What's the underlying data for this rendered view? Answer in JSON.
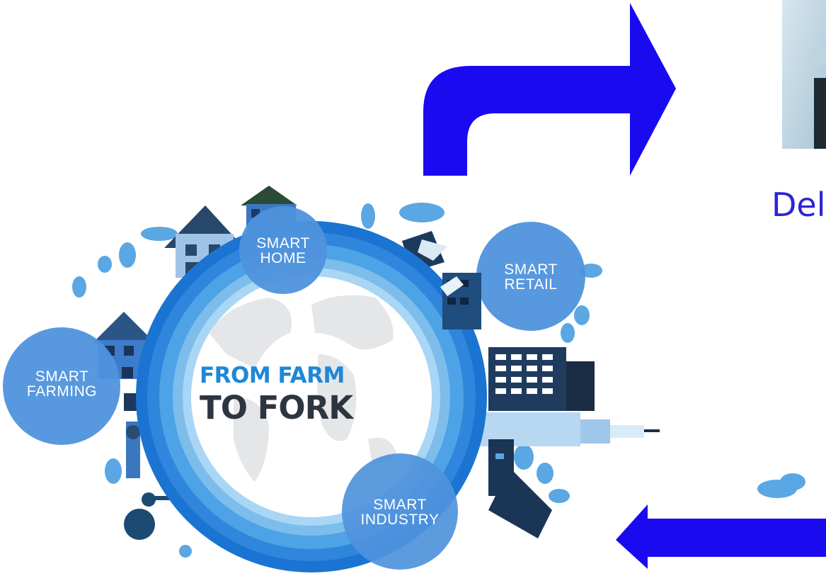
{
  "illustration": {
    "center_line1": "FROM FARM",
    "center_line2": "TO FORK",
    "bubbles": {
      "home": [
        "SMART",
        "HOME"
      ],
      "retail": [
        "SMART",
        "RETAIL"
      ],
      "farming": [
        "SMART",
        "FARMING"
      ],
      "industry": [
        "SMART",
        "INDUSTRY"
      ]
    }
  },
  "cut_text": "Del",
  "colors": {
    "arrow": "#1a0af0",
    "bubble": "#4f92dc",
    "ring_outer": "#1b74d1",
    "ring_mid": "#4da3e6",
    "ring_inner": "#a9d6f5",
    "dark": "#1b4669",
    "cut_text": "#2b24d6"
  }
}
